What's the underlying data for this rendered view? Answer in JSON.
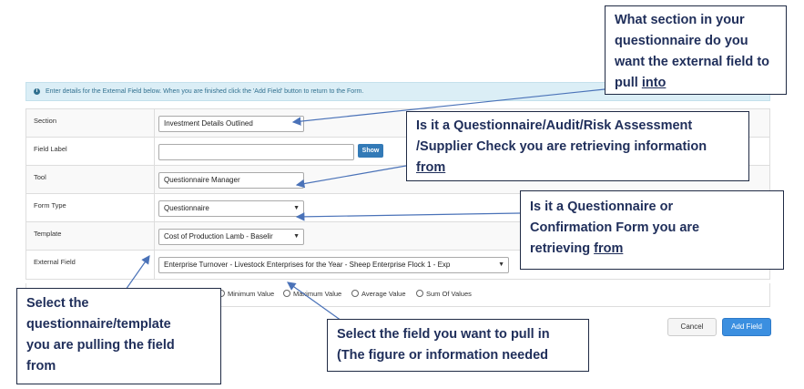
{
  "info_bar": {
    "icon": "info-icon",
    "text": "Enter details for the External Field below. When you are finished click the 'Add Field' button to return to the Form."
  },
  "form": {
    "section": {
      "label": "Section",
      "value": "Investment Details Outlined"
    },
    "field_label": {
      "label": "Field Label",
      "value": "",
      "show_button": "Show"
    },
    "tool": {
      "label": "Tool",
      "value": "Questionnaire Manager"
    },
    "form_type": {
      "label": "Form Type",
      "value": "Questionnaire"
    },
    "template": {
      "label": "Template",
      "value": "Cost of Production Lamb - Baselir"
    },
    "external_field": {
      "label": "External Field",
      "value": "Enterprise Turnover - Livestock Enterprises for the Year - Sheep Enterprise Flock 1 - Exp"
    },
    "radio_options": [
      "Minimum Value",
      "Maximum Value",
      "Average Value",
      "Sum Of Values"
    ]
  },
  "buttons": {
    "cancel": "Cancel",
    "add_field": "Add Field"
  },
  "callouts": {
    "section": {
      "line1": "What section in your",
      "line2": "questionnaire do you",
      "line3": "want the external field to",
      "line4_pre": "pull ",
      "line4_u": "into"
    },
    "tool": {
      "line1": "Is it a Questionnaire/Audit/Risk Assessment",
      "line2": "/Supplier Check you are retrieving information",
      "line3_u": "from"
    },
    "form_type": {
      "line1": "Is it a Questionnaire or",
      "line2": "Confirmation Form you are",
      "line3_pre": "retrieving ",
      "line3_u": "from"
    },
    "template": {
      "line1": "Select the",
      "line2": "questionnaire/template",
      "line3": "you are pulling the field",
      "line4": "from"
    },
    "field": {
      "line1": "Select the field you want to pull in",
      "line2": "(The figure or information needed"
    }
  },
  "colors": {
    "primary": "#337ab7",
    "add_button": "#3b8fe0",
    "info_bg": "#dbeef6",
    "callout_text": "#1f2e5a",
    "arrow": "#4a72b8"
  }
}
